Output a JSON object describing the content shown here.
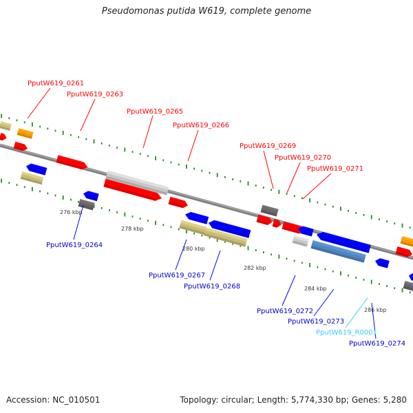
{
  "title": "Pseudomonas putida W619, complete genome",
  "footer": {
    "accession": "Accession: NC_010501",
    "topology": "Topology: circular; Length: 5,774,330 bp; Genes: 5,280"
  },
  "colors": {
    "forward_cds": "#ff0000",
    "reverse_cds": "#0000ff",
    "rrna": "#33ccff",
    "gene_grey": "#c8c8c8",
    "gene_dark": "#666666",
    "gene_khaki": "#c8bc78",
    "gene_orange": "#ff9900",
    "gene_steel": "#4f86c0",
    "backbone": "#808080",
    "tick": "#228b22"
  },
  "tick_labels": [
    "276 kbp",
    "278 kbp",
    "280 kbp",
    "282 kbp",
    "284 kbp",
    "286 kbp"
  ],
  "forward_labels": [
    "PputW619_0261",
    "PputW619_0263",
    "PputW619_0265",
    "PputW619_0266",
    "PputW619_0269",
    "PputW619_0270",
    "PputW619_0271"
  ],
  "reverse_labels": [
    "PputW619_0264",
    "PputW619_0267",
    "PputW619_0268",
    "PputW619_0272",
    "PputW619_0273",
    "PputW619_R0001",
    "PputW619_0274"
  ]
}
